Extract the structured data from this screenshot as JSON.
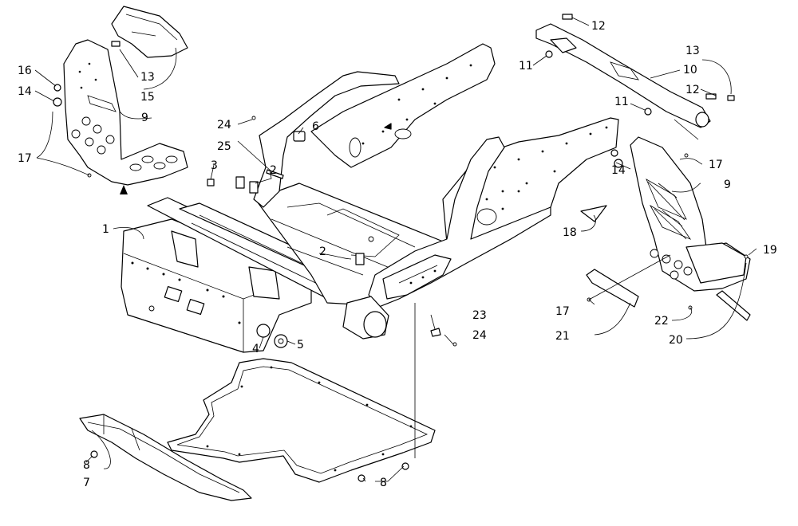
{
  "diagram": {
    "callouts": [
      {
        "id": "c1",
        "text": "1"
      },
      {
        "id": "c2a",
        "text": "2"
      },
      {
        "id": "c2b",
        "text": "2"
      },
      {
        "id": "c3",
        "text": "3"
      },
      {
        "id": "c4",
        "text": "4"
      },
      {
        "id": "c5",
        "text": "5"
      },
      {
        "id": "c6",
        "text": "6"
      },
      {
        "id": "c7",
        "text": "7"
      },
      {
        "id": "c8a",
        "text": "8"
      },
      {
        "id": "c8b",
        "text": "8"
      },
      {
        "id": "c9a",
        "text": "9"
      },
      {
        "id": "c9b",
        "text": "9"
      },
      {
        "id": "c10",
        "text": "10"
      },
      {
        "id": "c11a",
        "text": "11"
      },
      {
        "id": "c11b",
        "text": "11"
      },
      {
        "id": "c12a",
        "text": "12"
      },
      {
        "id": "c12b",
        "text": "12"
      },
      {
        "id": "c13a",
        "text": "13"
      },
      {
        "id": "c13b",
        "text": "13"
      },
      {
        "id": "c14a",
        "text": "14"
      },
      {
        "id": "c14b",
        "text": "14"
      },
      {
        "id": "c15",
        "text": "15"
      },
      {
        "id": "c16",
        "text": "16"
      },
      {
        "id": "c17a",
        "text": "17"
      },
      {
        "id": "c17b",
        "text": "17"
      },
      {
        "id": "c17c",
        "text": "17"
      },
      {
        "id": "c18",
        "text": "18"
      },
      {
        "id": "c19",
        "text": "19"
      },
      {
        "id": "c20",
        "text": "20"
      },
      {
        "id": "c21",
        "text": "21"
      },
      {
        "id": "c22",
        "text": "22"
      },
      {
        "id": "c23",
        "text": "23"
      },
      {
        "id": "c24a",
        "text": "24"
      },
      {
        "id": "c24b",
        "text": "24"
      },
      {
        "id": "c25",
        "text": "25"
      }
    ]
  }
}
